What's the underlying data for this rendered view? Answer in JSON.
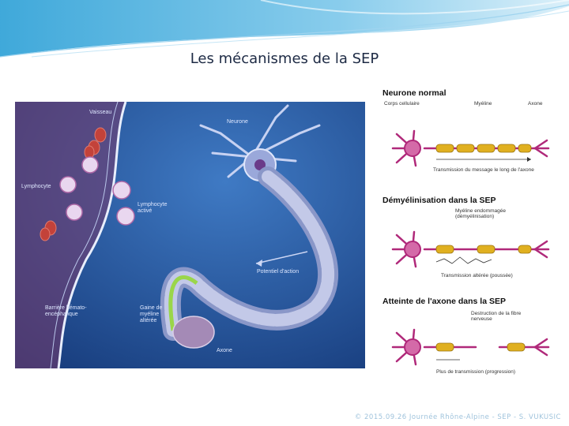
{
  "slide": {
    "title": "Les mécanismes de la SEP",
    "footer": "© 2015.09.26 Journée Rhône-Alpine - SEP - S. VUKUSIC"
  },
  "left_figure": {
    "labels": {
      "vaisseau": "Vaisseau",
      "neurone": "Neurone",
      "lymphocyte": "Lymphocyte",
      "lymphocyte_active": "Lymphocyte activé",
      "potentiel": "Potentiel d'action",
      "gaine": "Gaine de myéline altérée",
      "barriere": "Barrière hémato-encéphalique",
      "axone": "Axone"
    }
  },
  "right_figure": {
    "normal": {
      "title": "Neurone normal",
      "corps": "Corps cellulaire",
      "myeline": "Myéline",
      "axone": "Axone",
      "transmission": "Transmission du message le long de l'axone"
    },
    "demyel": {
      "title": "Démyélinisation dans la SEP",
      "myeline": "Myéline endommagée (démyélinisation)",
      "transmission": "Transmission altérée (poussée)"
    },
    "atteinte": {
      "title": "Atteinte de l'axone dans la SEP",
      "destruction": "Destruction de la fibre nerveuse",
      "transmission": "Plus de transmission (progression)"
    }
  },
  "colors": {
    "accent": "#2a9fd6",
    "panel": "#1d4f9a",
    "neuron": "#b0297a",
    "myelin": "#e0b020"
  }
}
